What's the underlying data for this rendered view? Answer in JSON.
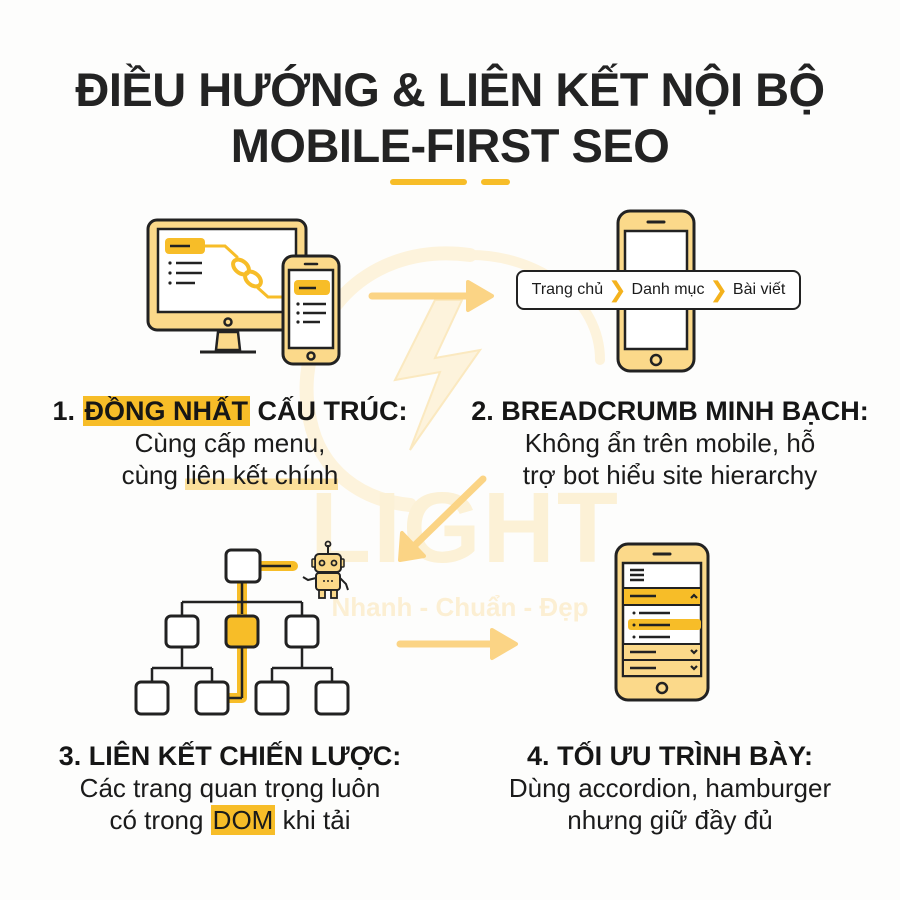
{
  "header": {
    "title_line1": "ĐIỀU HƯỚNG & LIÊN KẾT NỘI BỘ",
    "title_line2": "MOBILE-FIRST SEO"
  },
  "colors": {
    "accent": "#f7bd28",
    "accent_light": "#fbd98a",
    "device_fill": "#fbd98a",
    "outline": "#222222",
    "text": "#1c1c1c",
    "arrow": "#fbd485",
    "background": "#fdfdfc"
  },
  "watermark": {
    "brand": "LIGHT",
    "tagline": "Nhanh - Chuẩn - Đẹp"
  },
  "steps": [
    {
      "number": "1.",
      "title_highlight": "ĐỒNG NHẤT",
      "title_rest": "CẤU TRÚC:",
      "line1": "Cùng cấp menu,",
      "line2_prefix": "cùng ",
      "line2_highlight": "liên kết chính",
      "icon": "desktop-mobile-link-icon"
    },
    {
      "number": "2.",
      "title": "BREADCRUMB MINH BẠCH:",
      "line1": "Không ẩn trên mobile, hỗ",
      "line2": "trợ bot hiểu site hierarchy",
      "icon": "phone-breadcrumb-icon",
      "breadcrumb": [
        "Trang chủ",
        "Danh mục",
        "Bài viết"
      ],
      "breadcrumb_separator": "❯"
    },
    {
      "number": "3.",
      "title": "LIÊN KẾT CHIẾN LƯỢC:",
      "line1": "Các trang quan trọng luôn",
      "line2_prefix": "có trong ",
      "line2_highlight": "DOM",
      "line2_suffix": " khi tải",
      "icon": "site-tree-robot-icon"
    },
    {
      "number": "4.",
      "title": "TỐI ƯU TRÌNH BÀY:",
      "line1": "Dùng accordion, hamburger",
      "line2": "nhưng giữ đầy đủ",
      "icon": "phone-accordion-menu-icon"
    }
  ]
}
